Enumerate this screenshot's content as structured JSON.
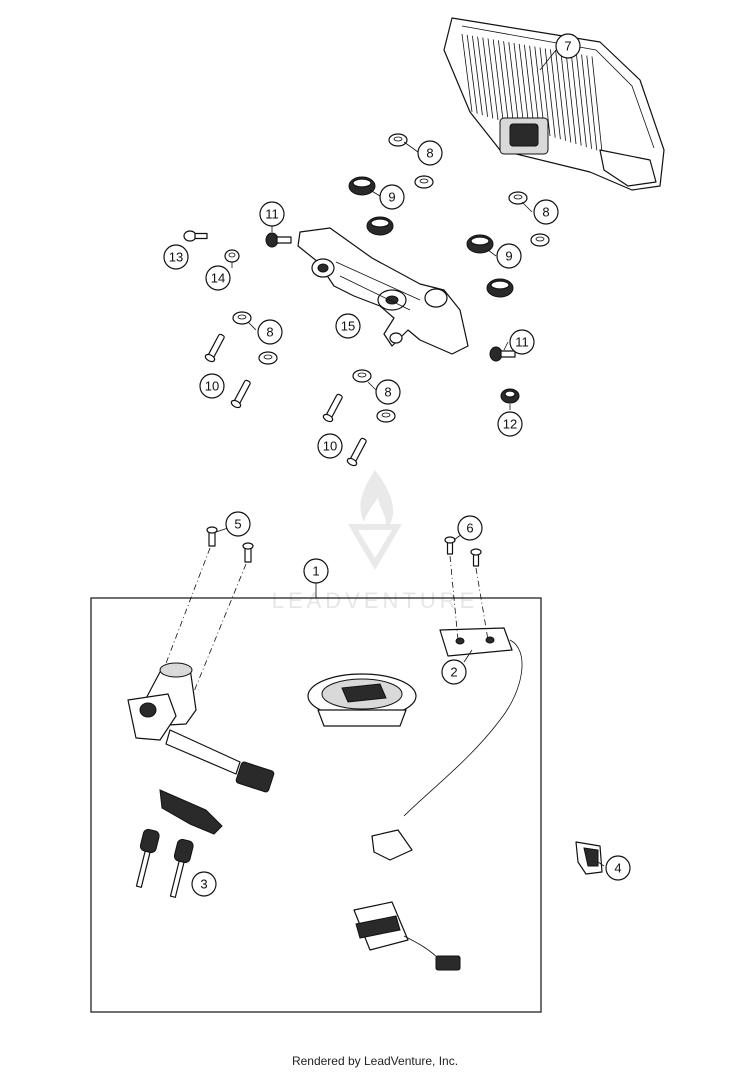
{
  "watermark": {
    "brand": "LEADVENTURE"
  },
  "footer": {
    "credit": "Rendered by LeadVenture, Inc."
  },
  "callouts": [
    {
      "label": "7"
    },
    {
      "label": "8"
    },
    {
      "label": "9"
    },
    {
      "label": "8"
    },
    {
      "label": "11"
    },
    {
      "label": "13"
    },
    {
      "label": "14"
    },
    {
      "label": "9"
    },
    {
      "label": "8"
    },
    {
      "label": "15"
    },
    {
      "label": "11"
    },
    {
      "label": "10"
    },
    {
      "label": "8"
    },
    {
      "label": "12"
    },
    {
      "label": "10"
    },
    {
      "label": "5"
    },
    {
      "label": "6"
    },
    {
      "label": "1"
    },
    {
      "label": "2"
    },
    {
      "label": "3"
    },
    {
      "label": "4"
    }
  ]
}
